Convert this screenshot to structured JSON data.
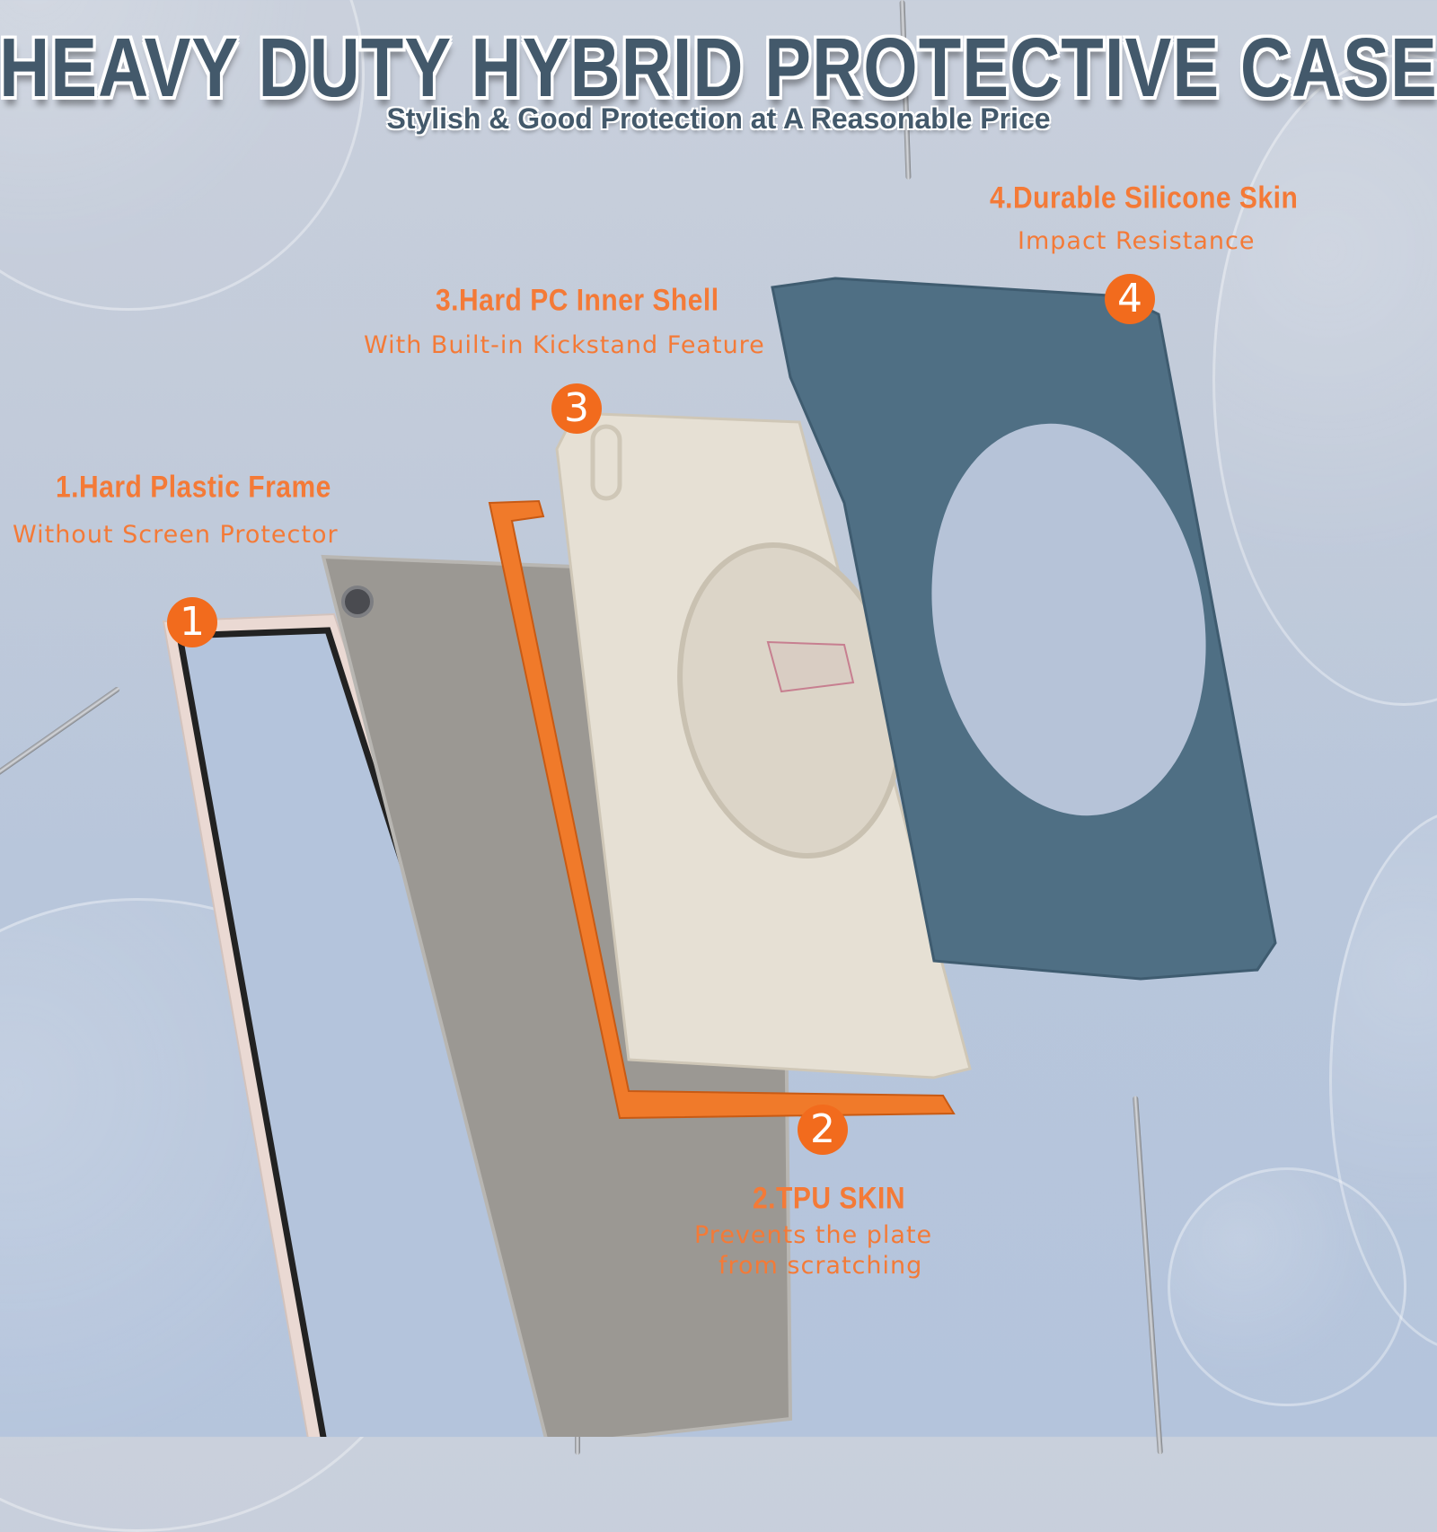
{
  "header": {
    "title": "HEAVY DUTY HYBRID PROTECTIVE CASE",
    "subtitle": "Stylish & Good Protection at A Reasonable Price"
  },
  "features": [
    {
      "number": "1",
      "title": "1.Hard Plastic Frame",
      "description": "Without Screen Protector"
    },
    {
      "number": "2",
      "title": "2.TPU SKIN",
      "description_line1": "Prevents the plate",
      "description_line2": "from scratching"
    },
    {
      "number": "3",
      "title": "3.Hard PC Inner Shell",
      "description": "With Built-in Kickstand Feature"
    },
    {
      "number": "4",
      "title": "4.Durable Silicone Skin",
      "description": "Impact Resistance"
    }
  ],
  "colors": {
    "title": "#43596b",
    "accent_orange": "#f47a37",
    "badge": "#f26b1d",
    "silicone_skin": "#4f6f84",
    "pc_shell": "#e6e0d4",
    "tpu_skin": "#f07a2a",
    "tablet": "#9a9792",
    "frame": "#ead9d3"
  },
  "parts": [
    {
      "id": "hard-plastic-frame",
      "label": "Hard Plastic Frame"
    },
    {
      "id": "tablet",
      "label": "Tablet"
    },
    {
      "id": "tpu-skin",
      "label": "TPU Skin"
    },
    {
      "id": "pc-inner-shell",
      "label": "Hard PC Inner Shell"
    },
    {
      "id": "silicone-skin",
      "label": "Durable Silicone Skin"
    }
  ]
}
